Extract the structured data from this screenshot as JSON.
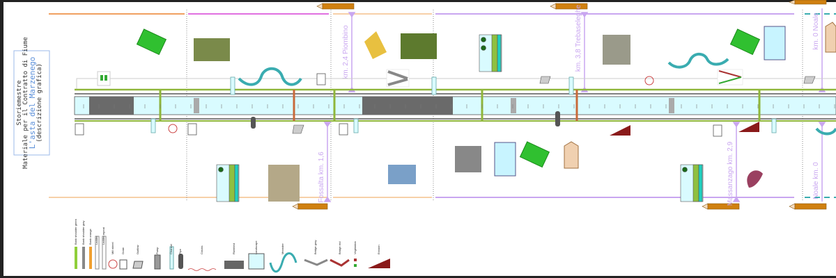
{
  "title": {
    "line1": "Storiemestre",
    "line2": "Materiale per il Contratto di Fiume",
    "line3": "L'asta del Marzenego",
    "line4": "(descrizione grafica)"
  },
  "km_labels_top": [
    "km. 2,4 Piombino",
    "km. 3,8 Trebaseleghe",
    "km. 0 Noale"
  ],
  "km_labels_bottom": [
    "Fossalta km. 1,6",
    "Massanzago km. 2,9",
    "Noale km. 0"
  ],
  "colors": {
    "river": "#d9fbff",
    "bank_green": "#8fb63a",
    "bank_gray": "#7a7a7a",
    "orange": "#f0a060",
    "magenta": "#e070e0",
    "violet": "#c9a6f0",
    "teal": "#3aacb0",
    "arrow_brown": "#d08010",
    "brick": "#c86a3a"
  },
  "legend": [
    "Bank shoulder green",
    "Bank shoulder gray",
    "Bank orange",
    "Ladder",
    "Ladder repeat",
    "Mill wheel",
    "Grate",
    "Outflow",
    "Pump",
    "Channel",
    "Pipe",
    "Cracks",
    "Riverbed",
    "Landscape",
    "Meander",
    "Bridge gray",
    "Bridge red",
    "Vegetation",
    "Erosion"
  ]
}
